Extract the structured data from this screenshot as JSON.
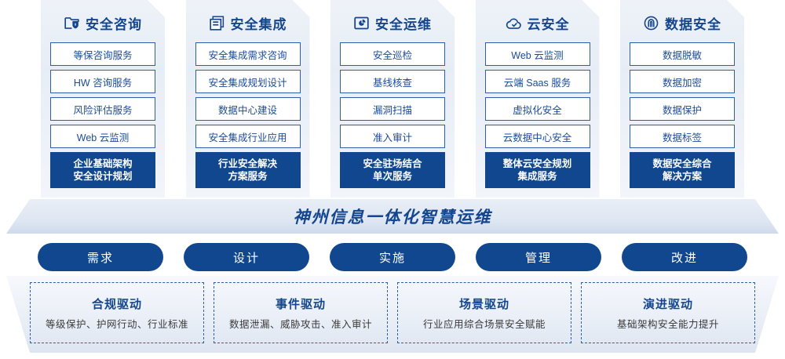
{
  "columns": [
    {
      "icon": "shield-folder-icon",
      "title": "安全咨询",
      "items": [
        "等保咨询服务",
        "HW 咨询服务",
        "风险评估服务",
        "Web 云监测"
      ],
      "highlight": [
        "企业基础架构",
        "安全设计规划"
      ]
    },
    {
      "icon": "documents-stack-icon",
      "title": "安全集成",
      "items": [
        "安全集成需求咨询",
        "安全集成规划设计",
        "数据中心建设",
        "安全集成行业应用"
      ],
      "highlight": [
        "行业安全解决",
        "方案服务"
      ]
    },
    {
      "icon": "monitor-chart-icon",
      "title": "安全运维",
      "items": [
        "安全巡检",
        "基线核查",
        "漏洞扫描",
        "准入审计"
      ],
      "highlight": [
        "安全驻场结合",
        "单次服务"
      ]
    },
    {
      "icon": "cloud-check-icon",
      "title": "云安全",
      "items": [
        "Web 云监测",
        "云端 Saas 服务",
        "虚拟化安全",
        "云数据中心安全"
      ],
      "highlight": [
        "整体云安全规划",
        "集成服务"
      ]
    },
    {
      "icon": "fingerprint-icon",
      "title": "数据安全",
      "items": [
        "数据脱敏",
        "数据加密",
        "数据保护",
        "数据标签"
      ],
      "highlight": [
        "数据安全综合",
        "解决方案"
      ]
    }
  ],
  "banner": {
    "title": "神州信息一体化智慧运维"
  },
  "pills": [
    {
      "label": "需求"
    },
    {
      "label": "设计"
    },
    {
      "label": "实施"
    },
    {
      "label": "管理"
    },
    {
      "label": "改进"
    }
  ],
  "drivers": [
    {
      "title": "合规驱动",
      "desc": "等级保护、护网行动、行业标准"
    },
    {
      "title": "事件驱动",
      "desc": "数据泄漏、威胁攻击、准入审计"
    },
    {
      "title": "场景驱动",
      "desc": "行业应用综合场景安全赋能"
    },
    {
      "title": "演进驱动",
      "desc": "基础架构安全能力提升"
    }
  ],
  "colors": {
    "primary": "#10478f",
    "accent": "#14458f",
    "border": "#2d5fa6",
    "panel": "#e7edf6"
  }
}
